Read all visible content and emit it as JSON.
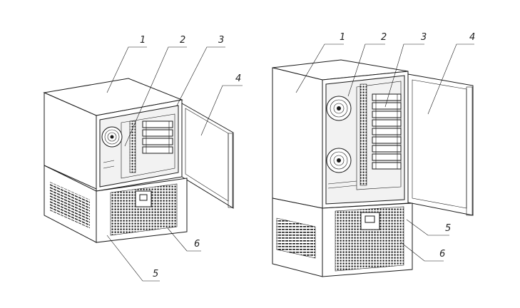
{
  "left_unit": {
    "callouts": [
      {
        "id": "1",
        "label": "1"
      },
      {
        "id": "2",
        "label": "2"
      },
      {
        "id": "3",
        "label": "3"
      },
      {
        "id": "4",
        "label": "4"
      },
      {
        "id": "6",
        "label": "6"
      },
      {
        "id": "5",
        "label": "5"
      }
    ]
  },
  "right_unit": {
    "callouts": [
      {
        "id": "1",
        "label": "1"
      },
      {
        "id": "2",
        "label": "2"
      },
      {
        "id": "3",
        "label": "3"
      },
      {
        "id": "4",
        "label": "4"
      },
      {
        "id": "5",
        "label": "5"
      },
      {
        "id": "6",
        "label": "6"
      }
    ]
  },
  "colors": {
    "line": "#1a1a1a",
    "background": "#ffffff"
  }
}
